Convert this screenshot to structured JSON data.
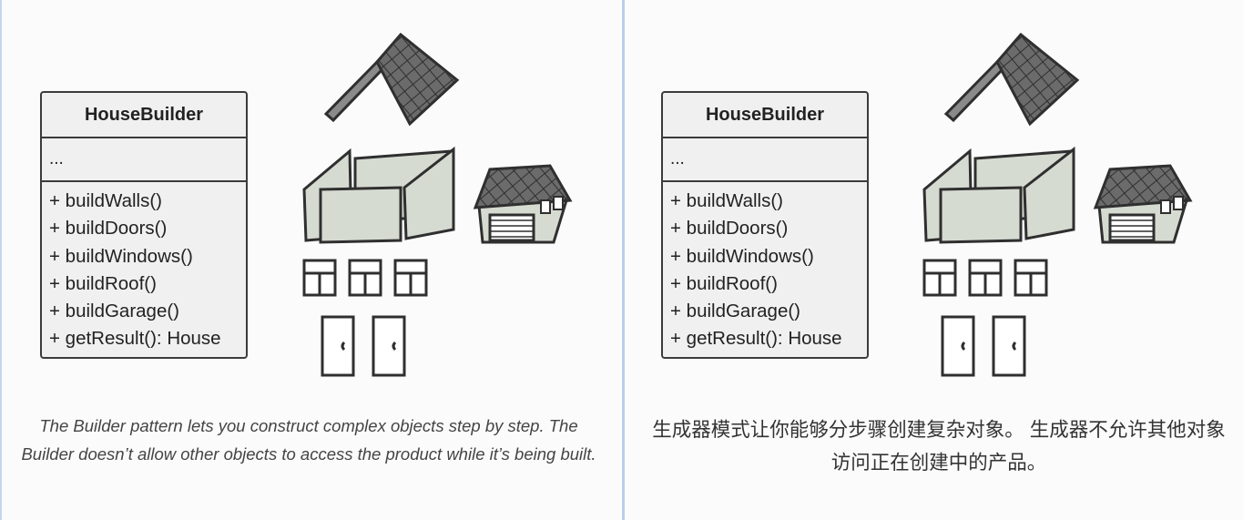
{
  "left": {
    "uml": {
      "title": "HouseBuilder",
      "attrs": "...",
      "methods": [
        "+ buildWalls()",
        "+ buildDoors()",
        "+ buildWindows()",
        "+ buildRoof()",
        "+ buildGarage()",
        "+ getResult(): House"
      ]
    },
    "caption": "The Builder pattern lets you construct complex objects step by step. The Builder doesn’t allow other objects to access the product while it’s being built."
  },
  "right": {
    "uml": {
      "title": "HouseBuilder",
      "attrs": "...",
      "methods": [
        "+ buildWalls()",
        "+ buildDoors()",
        "+ buildWindows()",
        "+ buildRoof()",
        "+ buildGarage()",
        "+ getResult(): House"
      ]
    },
    "caption": "生成器模式让你能够分步骤创建复杂对象。 生成器不允许其他对象访问正在创建中的产品。"
  },
  "colors": {
    "roof": "#6b6b6b",
    "wall": "#d6dbd2",
    "stroke": "#2f2f2f",
    "divider": "#c5d6ef"
  }
}
